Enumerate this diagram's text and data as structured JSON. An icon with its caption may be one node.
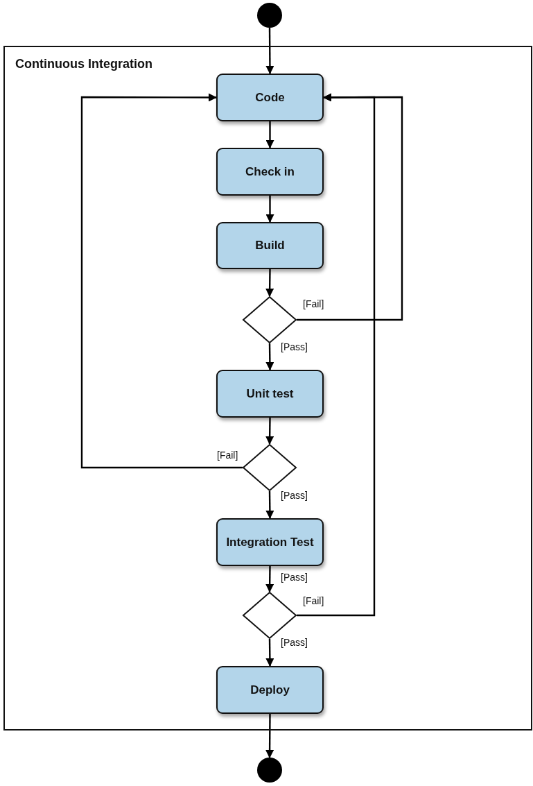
{
  "diagram": {
    "nodes": [
      {
        "text": [],
        "shape": "circle"
      },
      {
        "text": [
          "Continuous Integration"
        ]
      },
      {
        "text": [
          "Code"
        ],
        "in": 1
      },
      {
        "text": [
          "Check in"
        ],
        "in": 1
      },
      {
        "text": [
          "Build"
        ],
        "in": 1
      },
      {
        "text": [],
        "shape": "diamond",
        "in": 1
      },
      {
        "text": [
          "Unit test"
        ],
        "in": 1
      },
      {
        "text": [],
        "shape": "diamond",
        "in": 1
      },
      {
        "text": [
          "Integration Test"
        ],
        "in": 1
      },
      {
        "text": [],
        "shape": "diamond",
        "in": 1
      },
      {
        "text": [
          "Deploy"
        ],
        "in": 1
      },
      {
        "text": [],
        "shape": "circle"
      }
    ],
    "edges": [
      {
        "from": 0,
        "to": 2,
        "arrow": "to"
      },
      {
        "from": 2,
        "to": 3,
        "arrow": "to"
      },
      {
        "from": 3,
        "to": 4,
        "arrow": "to"
      },
      {
        "from": 4,
        "to": 5,
        "arrow": "to"
      },
      {
        "from": 5,
        "to": 2,
        "arrow": "to",
        "label": "[Fail]"
      },
      {
        "from": 5,
        "to": 6,
        "arrow": "to",
        "label": "[Pass]"
      },
      {
        "from": 6,
        "to": 7,
        "arrow": "to"
      },
      {
        "from": 7,
        "to": 2,
        "arrow": "to",
        "label": "[Fail]"
      },
      {
        "from": 7,
        "to": 8,
        "arrow": "to",
        "label": "[Pass]"
      },
      {
        "from": 8,
        "to": 9,
        "arrow": "to",
        "label": "[Pass]"
      },
      {
        "from": 9,
        "to": 2,
        "arrow": "to",
        "label": "[Fail]"
      },
      {
        "from": 9,
        "to": 10,
        "arrow": "to",
        "label": "[Pass]"
      },
      {
        "from": 10,
        "to": 11,
        "arrow": "to"
      }
    ]
  }
}
